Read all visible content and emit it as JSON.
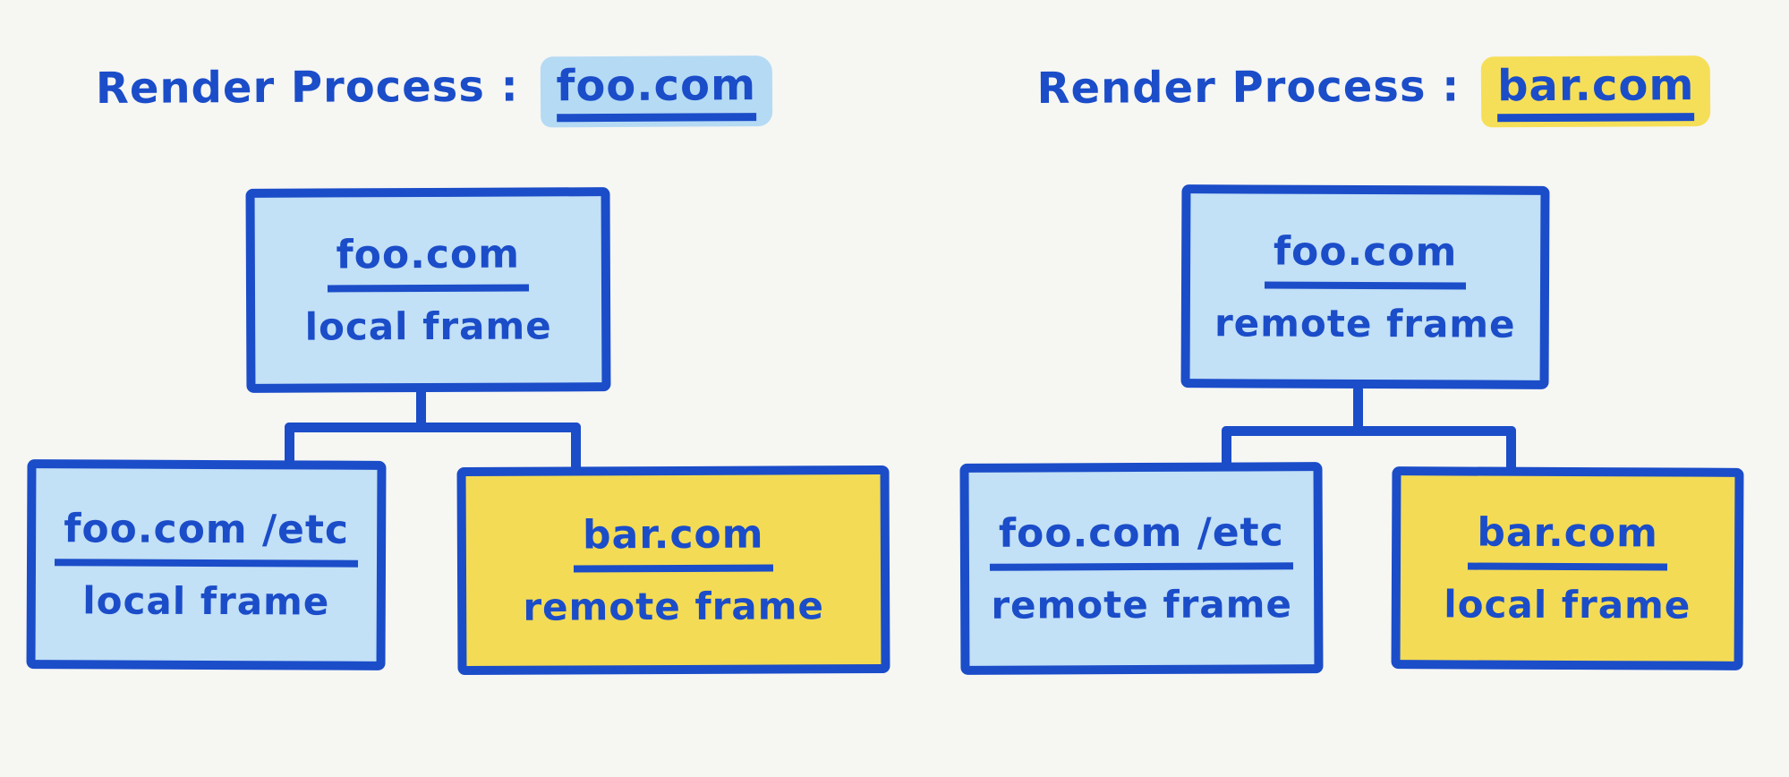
{
  "colors": {
    "background": "#f6f6f3",
    "ink_blue": "#1b4dc9",
    "blue_fill": "#c2e0f6",
    "yellow_fill": "#f3db55",
    "blue_highlight": "#b5daf4",
    "yellow_highlight": "#f6df58"
  },
  "diagrams": [
    {
      "side": "left",
      "title": {
        "prefix": "Render Process :",
        "domain": "foo.com",
        "highlight": "blue"
      },
      "root": {
        "label": "foo.com",
        "sublabel": "local frame",
        "fill": "blue"
      },
      "children": [
        {
          "label": "foo.com /etc",
          "sublabel": "local frame",
          "fill": "blue"
        },
        {
          "label": "bar.com",
          "sublabel": "remote frame",
          "fill": "yellow"
        }
      ]
    },
    {
      "side": "right",
      "title": {
        "prefix": "Render Process :",
        "domain": "bar.com",
        "highlight": "yellow"
      },
      "root": {
        "label": "foo.com",
        "sublabel": "remote frame",
        "fill": "blue"
      },
      "children": [
        {
          "label": "foo.com /etc",
          "sublabel": "remote frame",
          "fill": "blue"
        },
        {
          "label": "bar.com",
          "sublabel": "local frame",
          "fill": "yellow"
        }
      ]
    }
  ]
}
